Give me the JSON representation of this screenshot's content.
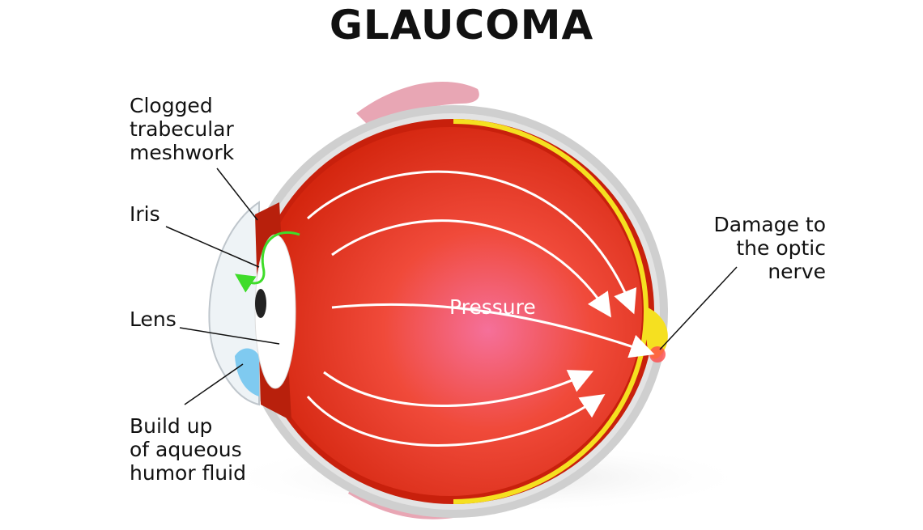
{
  "title": "GLAUCOMA",
  "labels": {
    "clogged": [
      "Clogged",
      "trabecular",
      "meshwork"
    ],
    "iris": [
      "Iris"
    ],
    "lens": [
      "Lens"
    ],
    "buildup": [
      "Build up",
      "of aqueous",
      "humor fluid"
    ],
    "damage": [
      "Damage to",
      "the optic",
      "nerve"
    ],
    "pressure": "Pressure"
  },
  "colors": {
    "eye_red": "#e8301c",
    "retina_yellow": "#f5e020",
    "sclera_gray": "#c9c9c9",
    "flow_arrow": "#3fdc2a",
    "fluid_blue": "#7fcaf0"
  }
}
